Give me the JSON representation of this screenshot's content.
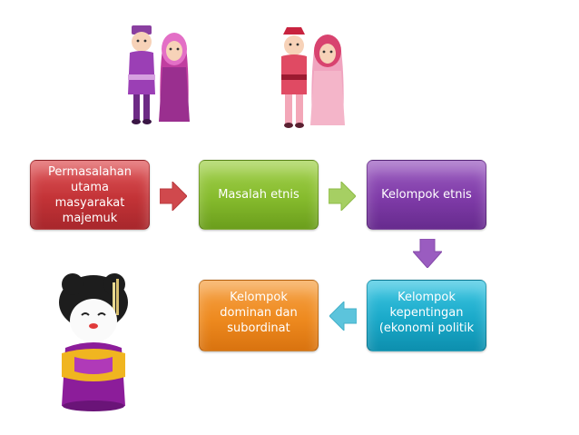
{
  "diagram": {
    "boxes": [
      {
        "label": "Permasalahan\nutama masyarakat\nmajemuk",
        "color": "#c33337"
      },
      {
        "label": "Masalah etnis",
        "color": "#86bb2d"
      },
      {
        "label": "Kelompok etnis",
        "color": "#7f3ba8"
      },
      {
        "label": "Kelompok\nkepentingan\n(ekonomi politik",
        "color": "#1aa9c9"
      },
      {
        "label": "Kelompok\ndominan dan\nsubordinat",
        "color": "#ee8a1f"
      }
    ],
    "arrow_colors": {
      "red": "#d0494d",
      "green": "#a6cf63",
      "purple": "#9a5cc0",
      "cyan": "#5cc4dc"
    }
  }
}
